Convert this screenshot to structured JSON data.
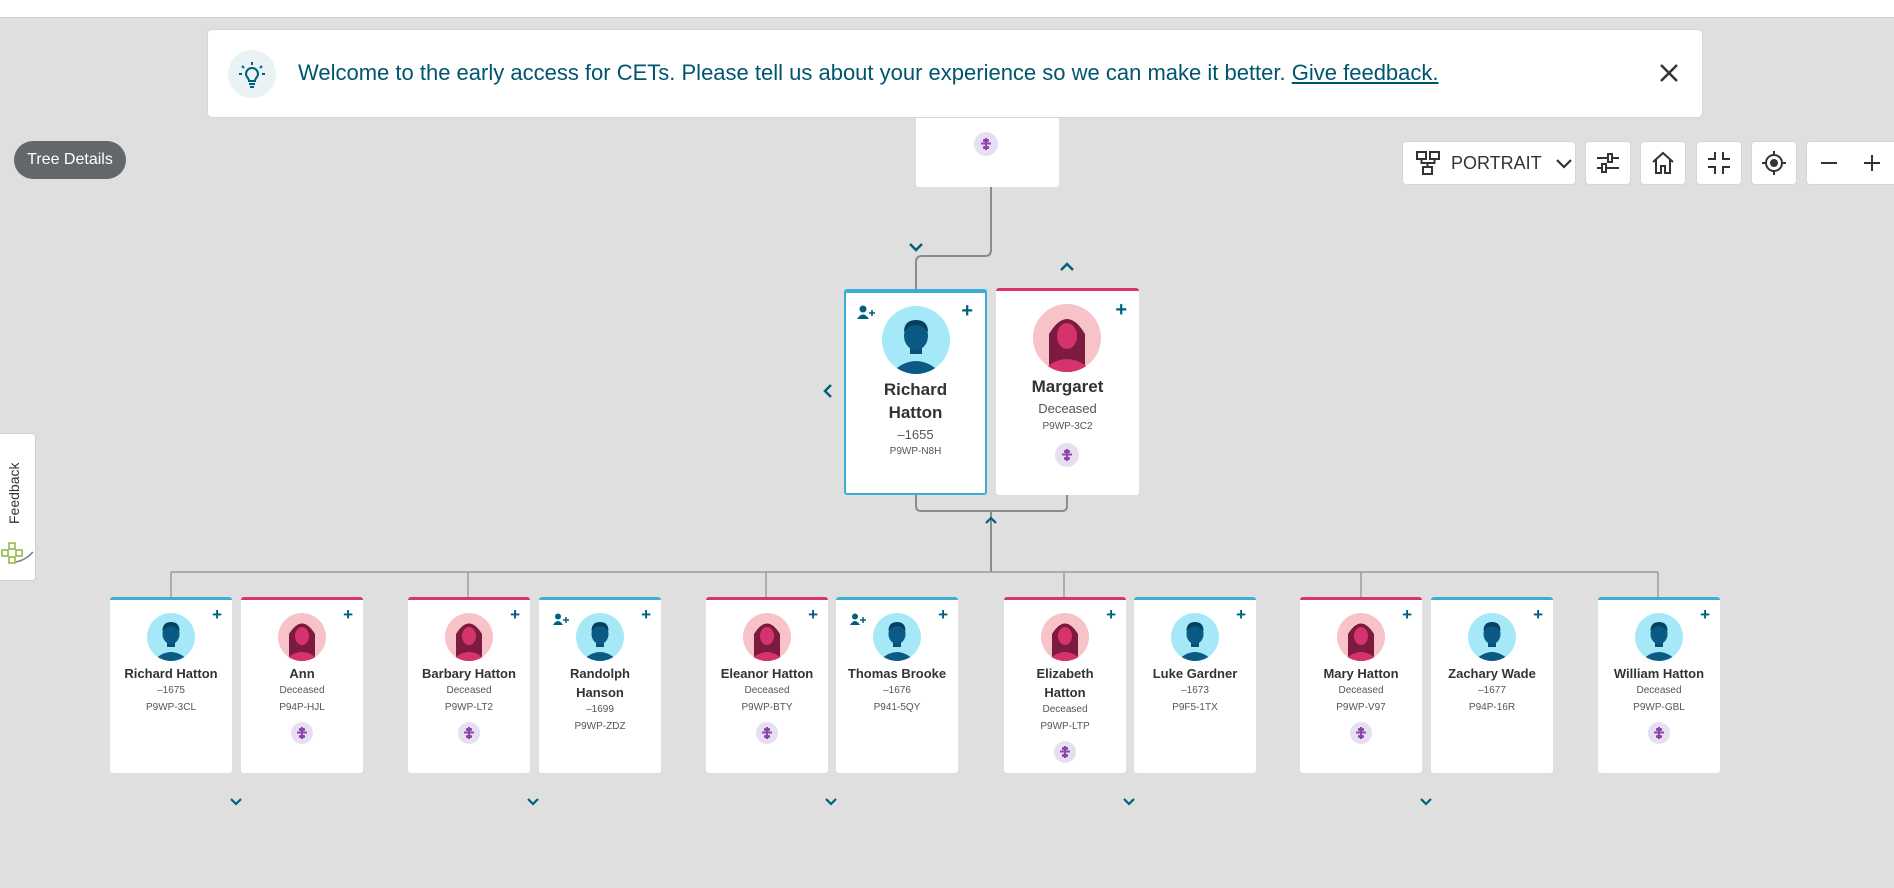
{
  "banner": {
    "message": "Welcome to the early access for CETs. Please tell us about your experience so we can make it better.",
    "link": "Give feedback.",
    "icon": "lightbulb-icon",
    "close_icon": "close-icon"
  },
  "tree_details": "Tree Details",
  "toolbar": {
    "layout_label": "PORTRAIT",
    "buttons": [
      "tree-layout-icon",
      "filter-sliders-icon",
      "home-icon",
      "collapse-icon",
      "locate-icon",
      "zoom-out-icon",
      "zoom-in-icon"
    ]
  },
  "feedback_tab": "Feedback",
  "couple": {
    "husband": {
      "name_line1": "Richard",
      "name_line2": "Hatton",
      "dates": "–1655",
      "pid": "P9WP-N8H"
    },
    "wife": {
      "name": "Margaret",
      "status": "Deceased",
      "pid": "P9WP-3C2"
    }
  },
  "children": [
    {
      "line1": "Richard Hatton",
      "line2": "",
      "sub": "–1675",
      "pid": "P9WP-3CL"
    },
    {
      "line1": "Ann",
      "line2": "",
      "sub": "Deceased",
      "pid": "P94P-HJL"
    },
    {
      "line1": "Barbary Hatton",
      "line2": "",
      "sub": "Deceased",
      "pid": "P9WP-LT2"
    },
    {
      "line1": "Randolph",
      "line2": "Hanson",
      "sub": "–1699",
      "pid": "P9WP-ZDZ"
    },
    {
      "line1": "Eleanor Hatton",
      "line2": "",
      "sub": "Deceased",
      "pid": "P9WP-BTY"
    },
    {
      "line1": "Thomas Brooke",
      "line2": "",
      "sub": "–1676",
      "pid": "P941-5QY"
    },
    {
      "line1": "Elizabeth",
      "line2": "Hatton",
      "sub": "Deceased",
      "pid": "P9WP-LTP"
    },
    {
      "line1": "Luke Gardner",
      "line2": "",
      "sub": "–1673",
      "pid": "P9F5-1TX"
    },
    {
      "line1": "Mary Hatton",
      "line2": "",
      "sub": "Deceased",
      "pid": "P9WP-V97"
    },
    {
      "line1": "Zachary Wade",
      "line2": "",
      "sub": "–1677",
      "pid": "P94P-16R"
    },
    {
      "line1": "William Hatton",
      "line2": "",
      "sub": "Deceased",
      "pid": "P9WP-GBL"
    }
  ],
  "colors": {
    "male_accent": "#3aaed4",
    "female_accent": "#d8336f",
    "link": "#00546e",
    "icon": "#00607f",
    "badge": "#8e44ad"
  }
}
